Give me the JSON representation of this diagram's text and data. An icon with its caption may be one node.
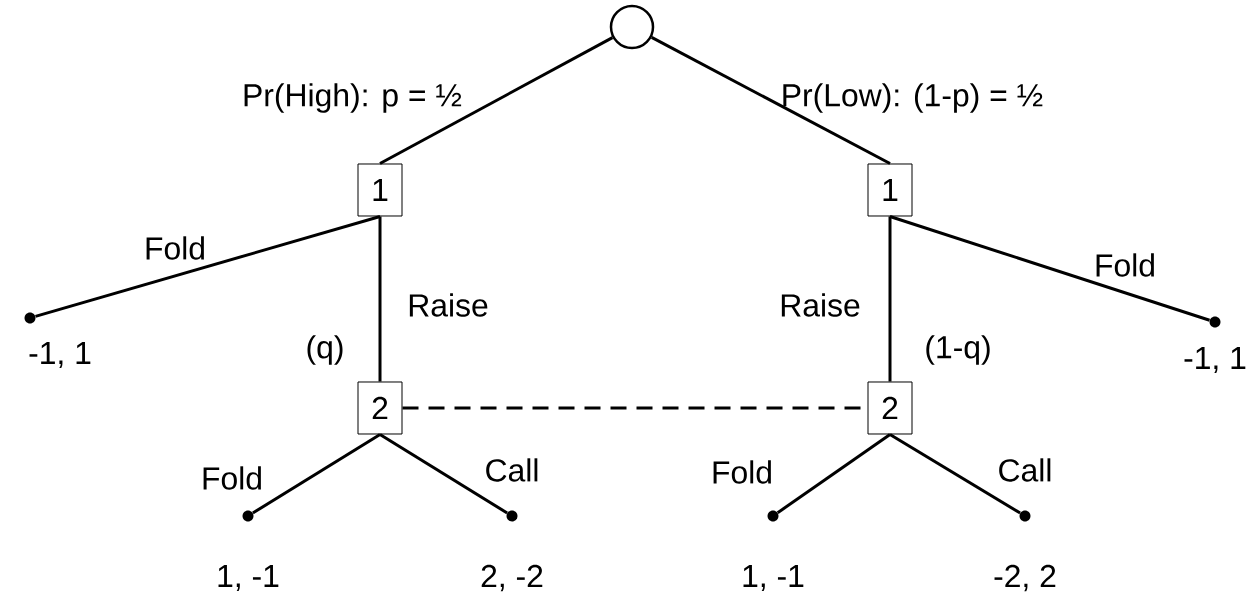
{
  "diagram": {
    "nodes": [
      {
        "text": [],
        "shape": "circle"
      },
      {
        "text": [
          "1"
        ]
      },
      {
        "text": [
          "1"
        ]
      },
      {
        "text": [],
        "shape": "circle",
        "beside": [
          "-1, 1"
        ]
      },
      {
        "text": [],
        "shape": "circle",
        "beside": [
          "-1, 1"
        ]
      },
      {
        "text": [
          "2"
        ],
        "beside": [
          "(q)"
        ]
      },
      {
        "text": [
          "2"
        ],
        "beside": [
          "(1-q)"
        ]
      },
      {
        "text": [],
        "shape": "circle",
        "beside": [
          "1, -1"
        ]
      },
      {
        "text": [],
        "shape": "circle",
        "beside": [
          "2, -2"
        ]
      },
      {
        "text": [],
        "shape": "circle",
        "beside": [
          "1, -1"
        ]
      },
      {
        "text": [],
        "shape": "circle",
        "beside": [
          "-2, 2"
        ]
      }
    ],
    "edges": [
      {
        "from": 0,
        "to": 1,
        "arrow": "none",
        "label": "Pr(High): p = ½"
      },
      {
        "from": 0,
        "to": 2,
        "arrow": "none",
        "label": "Pr(Low): (1-p) = ½"
      },
      {
        "from": 1,
        "to": 3,
        "arrow": "none",
        "label": "Fold"
      },
      {
        "from": 1,
        "to": 5,
        "arrow": "none",
        "label": "Raise"
      },
      {
        "from": 2,
        "to": 6,
        "arrow": "none",
        "label": "Raise"
      },
      {
        "from": 2,
        "to": 4,
        "arrow": "none",
        "label": "Fold"
      },
      {
        "from": 5,
        "to": 6,
        "arrow": "none",
        "style": "dashed"
      },
      {
        "from": 5,
        "to": 7,
        "arrow": "none",
        "label": "Fold"
      },
      {
        "from": 5,
        "to": 8,
        "arrow": "none",
        "label": "Call"
      },
      {
        "from": 6,
        "to": 9,
        "arrow": "none",
        "label": "Fold"
      },
      {
        "from": 6,
        "to": 10,
        "arrow": "none",
        "label": "Call"
      }
    ]
  }
}
